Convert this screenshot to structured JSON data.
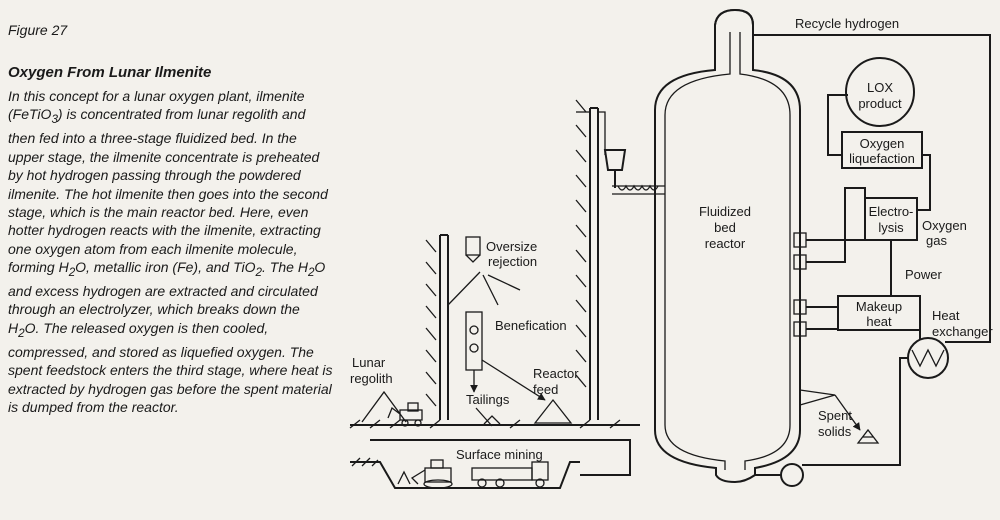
{
  "caption": {
    "figure_number": "Figure 27",
    "title": "Oxygen From Lunar Ilmenite",
    "body": [
      "In this concept for a lunar oxygen plant, ilmenite (FeTiO",
      "3",
      ") is concentrated from lunar regolith and then fed into a three-stage fluidized bed.  In the upper stage, the ilmenite concentrate is preheated by hot hydrogen passing through the powdered ilmenite.  The hot ilmenite then goes into the second stage, which is the main reactor bed.  Here, even hotter hydrogen reacts with the ilmenite, extracting one oxygen atom from each ilmenite molecule, forming H",
      "2",
      "O, metallic iron (Fe), and TiO",
      "2",
      ".  The H",
      "2",
      "O and excess hydrogen are extracted and circulated through an electrolyzer, which breaks down the H",
      "2",
      "O.  The released oxygen is then cooled, compressed, and stored as liquefied oxygen.  The spent feedstock enters the third stage, where heat is extracted by hydrogen gas before the spent material is dumped from the reactor."
    ]
  },
  "diagram": {
    "recycle_hydrogen": "Recycle hydrogen",
    "lox_product": [
      "LOX",
      "product"
    ],
    "oxygen_liquefaction": [
      "Oxygen",
      "liquefaction"
    ],
    "fluidized_bed_reactor": [
      "Fluidized",
      "bed",
      "reactor"
    ],
    "electrolysis": [
      "Electro-",
      "lysis"
    ],
    "oxygen_gas": [
      "Oxygen",
      "gas"
    ],
    "power": "Power",
    "makeup_heat": [
      "Makeup",
      "heat"
    ],
    "heat_exchanger": [
      "Heat",
      "exchanger"
    ],
    "oversize_rejection": [
      "Oversize",
      "rejection"
    ],
    "benefication": "Benefication",
    "reactor_feed": [
      "Reactor",
      "feed"
    ],
    "lunar_regolith": [
      "Lunar",
      "regolith"
    ],
    "tailings": "Tailings",
    "spent_solids": [
      "Spent",
      "solids"
    ],
    "surface_mining": "Surface mining"
  }
}
